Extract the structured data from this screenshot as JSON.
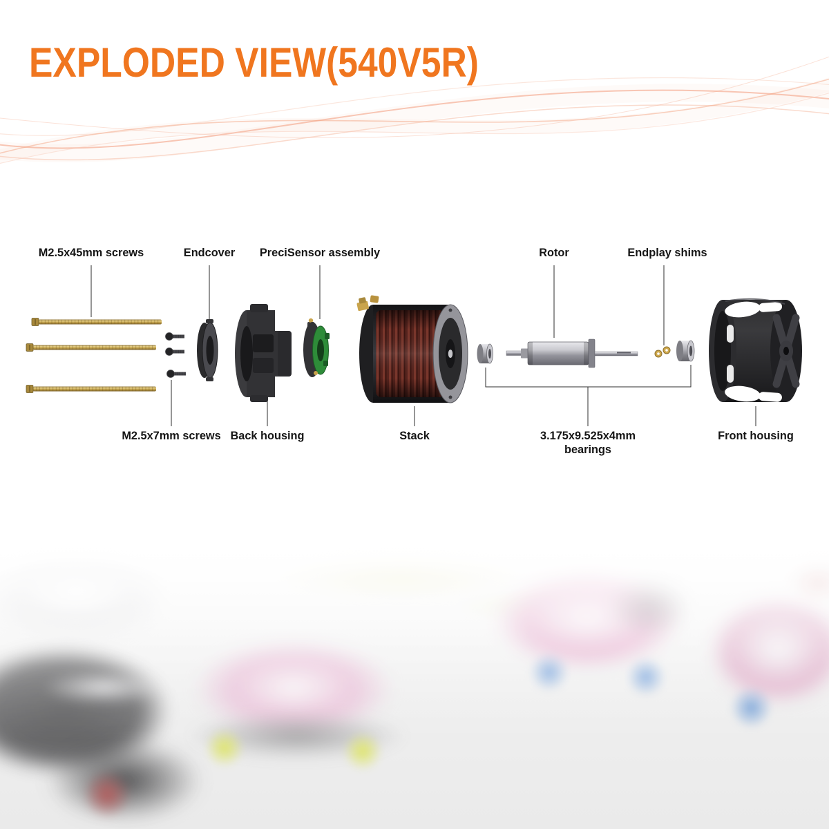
{
  "title": "EXPLODED VIEW(540V5R)",
  "accent_color": "#F0761F",
  "parts": {
    "top": [
      {
        "text": "M2.5x45mm screws"
      },
      {
        "text": "Endcover"
      },
      {
        "text": "PreciSensor assembly"
      },
      {
        "text": "Rotor"
      },
      {
        "text": "Endplay shims"
      }
    ],
    "bottom": [
      {
        "text": "M2.5x7mm screws"
      },
      {
        "text": "Back housing"
      },
      {
        "text": "Stack"
      },
      {
        "text": "3.175x9.525x4mm bearings"
      },
      {
        "text": "Front housing"
      }
    ]
  }
}
